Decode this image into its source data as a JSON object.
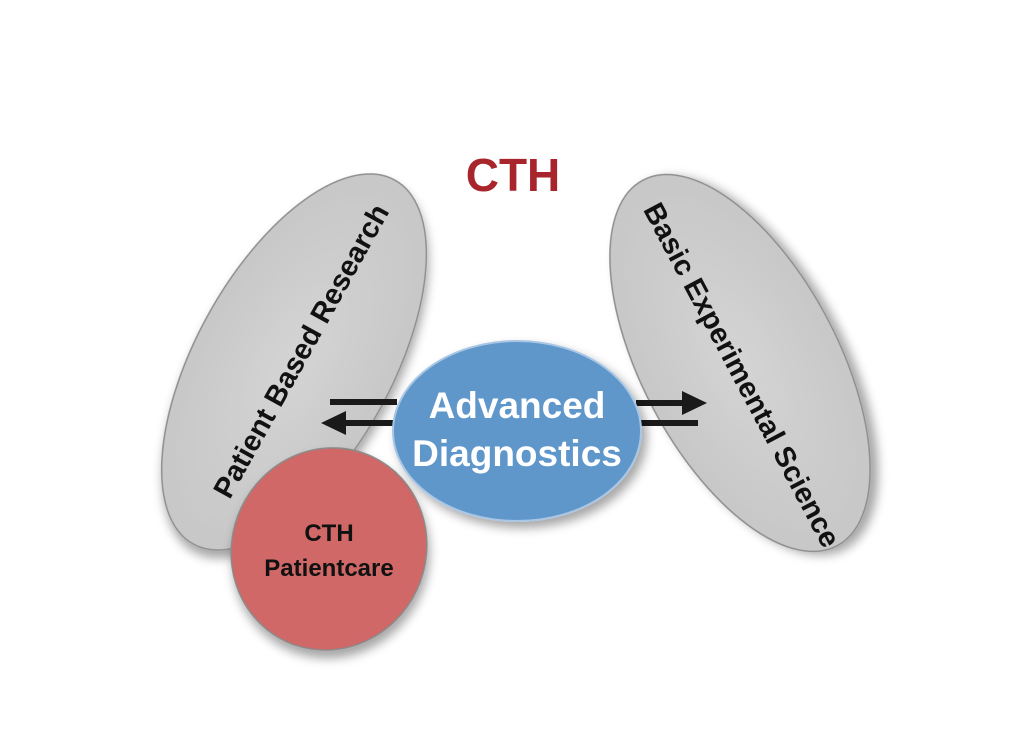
{
  "colors": {
    "title": "#a8252c",
    "gray_oval_fill": "#cccccc",
    "gray_oval_stroke": "#8e8e8e",
    "care_fill": "#cf6766",
    "care_stroke": "#8a8a8a",
    "diagnostics_fill": "#5f97cb",
    "diagnostics_stroke": "#a9c6e5",
    "arrow": "#1a1a1a",
    "dark_text": "#111111",
    "light_text": "#ffffff"
  },
  "diagram": {
    "title": "CTH",
    "left_oval": {
      "label": "Patient Based Research"
    },
    "right_oval": {
      "label": "Basic Experimental Science"
    },
    "center": {
      "line1": "Advanced",
      "line2": "Diagnostics"
    },
    "care": {
      "line1": "CTH",
      "line2": "Patientcare"
    },
    "arrows": {
      "left": {
        "direction": "left",
        "icon": "arrow-left-icon"
      },
      "right": {
        "direction": "right",
        "icon": "arrow-right-icon"
      }
    }
  }
}
